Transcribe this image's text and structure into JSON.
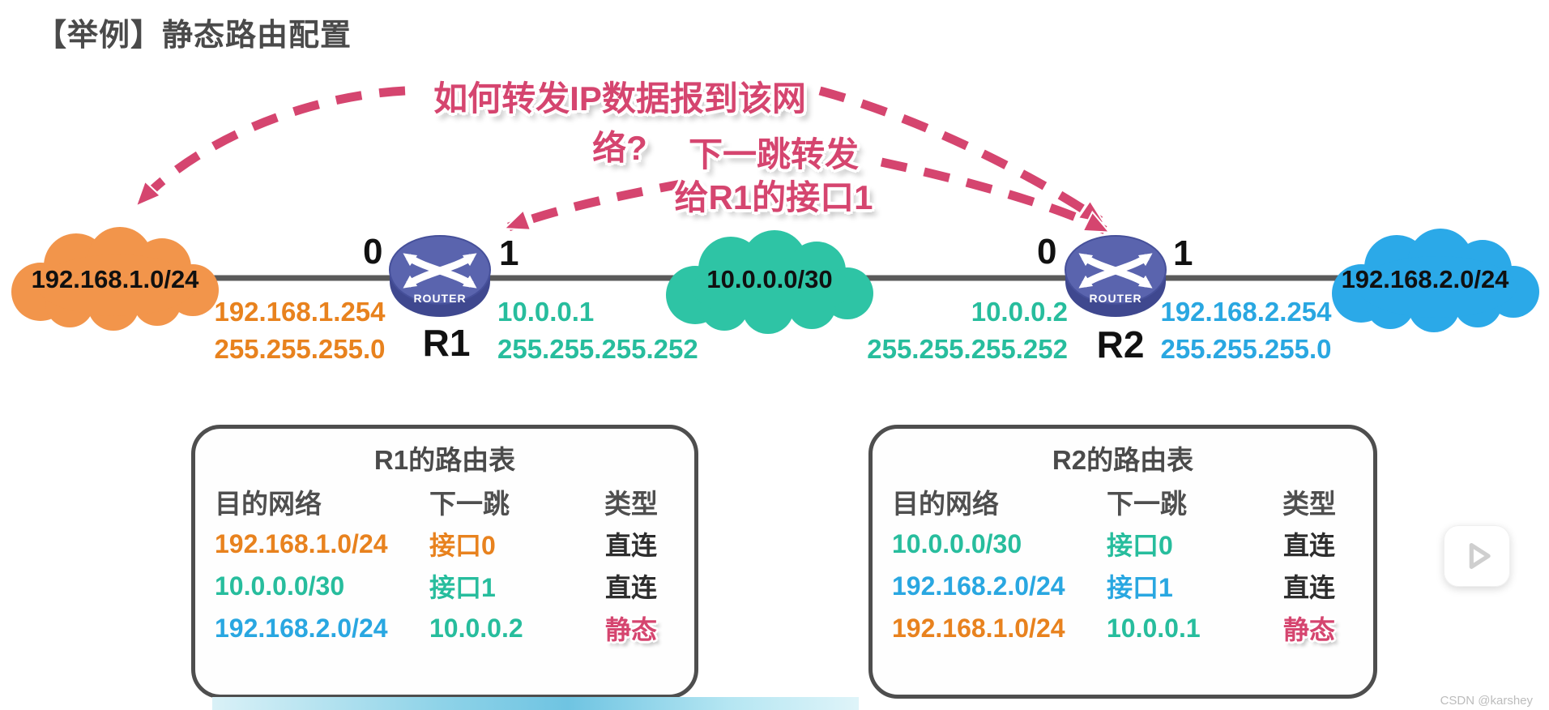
{
  "page": {
    "title": "【举例】静态路由配置",
    "watermark": "CSDN @karshey"
  },
  "annotations": {
    "question": "如何转发IP数据报到该网络?",
    "next_hop": [
      "下一跳转发",
      "给R1的接口1"
    ]
  },
  "colors": {
    "orange": "#E8821E",
    "teal": "#27BD9D",
    "blue": "#29A7E1",
    "rose_annotation": "#D5456F",
    "cloud_orange": "#F2954B",
    "cloud_teal": "#2EC4A5",
    "cloud_blue": "#2BA9E8",
    "router_body": "#5A64AE",
    "network_line": "#5A5A5A",
    "table_border": "#4E4E4E"
  },
  "topology": {
    "clouds": [
      {
        "label": "192.168.1.0/24"
      },
      {
        "label": "10.0.0.0/30"
      },
      {
        "label": "192.168.2.0/24"
      }
    ],
    "routers": [
      {
        "name": "R1",
        "brand": "ROUTER",
        "ports": [
          "0",
          "1"
        ],
        "left": {
          "ip": "192.168.1.254",
          "mask": "255.255.255.0"
        },
        "right": {
          "ip": "10.0.0.1",
          "mask": "255.255.255.252"
        }
      },
      {
        "name": "R2",
        "brand": "ROUTER",
        "ports": [
          "0",
          "1"
        ],
        "left": {
          "ip": "10.0.0.2",
          "mask": "255.255.255.252"
        },
        "right": {
          "ip": "192.168.2.254",
          "mask": "255.255.255.0"
        }
      }
    ]
  },
  "routing_tables": [
    {
      "title": "R1的路由表",
      "headers": [
        "目的网络",
        "下一跳",
        "类型"
      ],
      "rows": [
        {
          "dest": "192.168.1.0/24",
          "hop": "接口0",
          "type": "直连"
        },
        {
          "dest": "10.0.0.0/30",
          "hop": "接口1",
          "type": "直连"
        },
        {
          "dest": "192.168.2.0/24",
          "hop": "10.0.0.2",
          "type": "静态"
        }
      ]
    },
    {
      "title": "R2的路由表",
      "headers": [
        "目的网络",
        "下一跳",
        "类型"
      ],
      "rows": [
        {
          "dest": "10.0.0.0/30",
          "hop": "接口0",
          "type": "直连"
        },
        {
          "dest": "192.168.2.0/24",
          "hop": "接口1",
          "type": "直连"
        },
        {
          "dest": "192.168.1.0/24",
          "hop": "10.0.0.1",
          "type": "静态"
        }
      ]
    }
  ]
}
